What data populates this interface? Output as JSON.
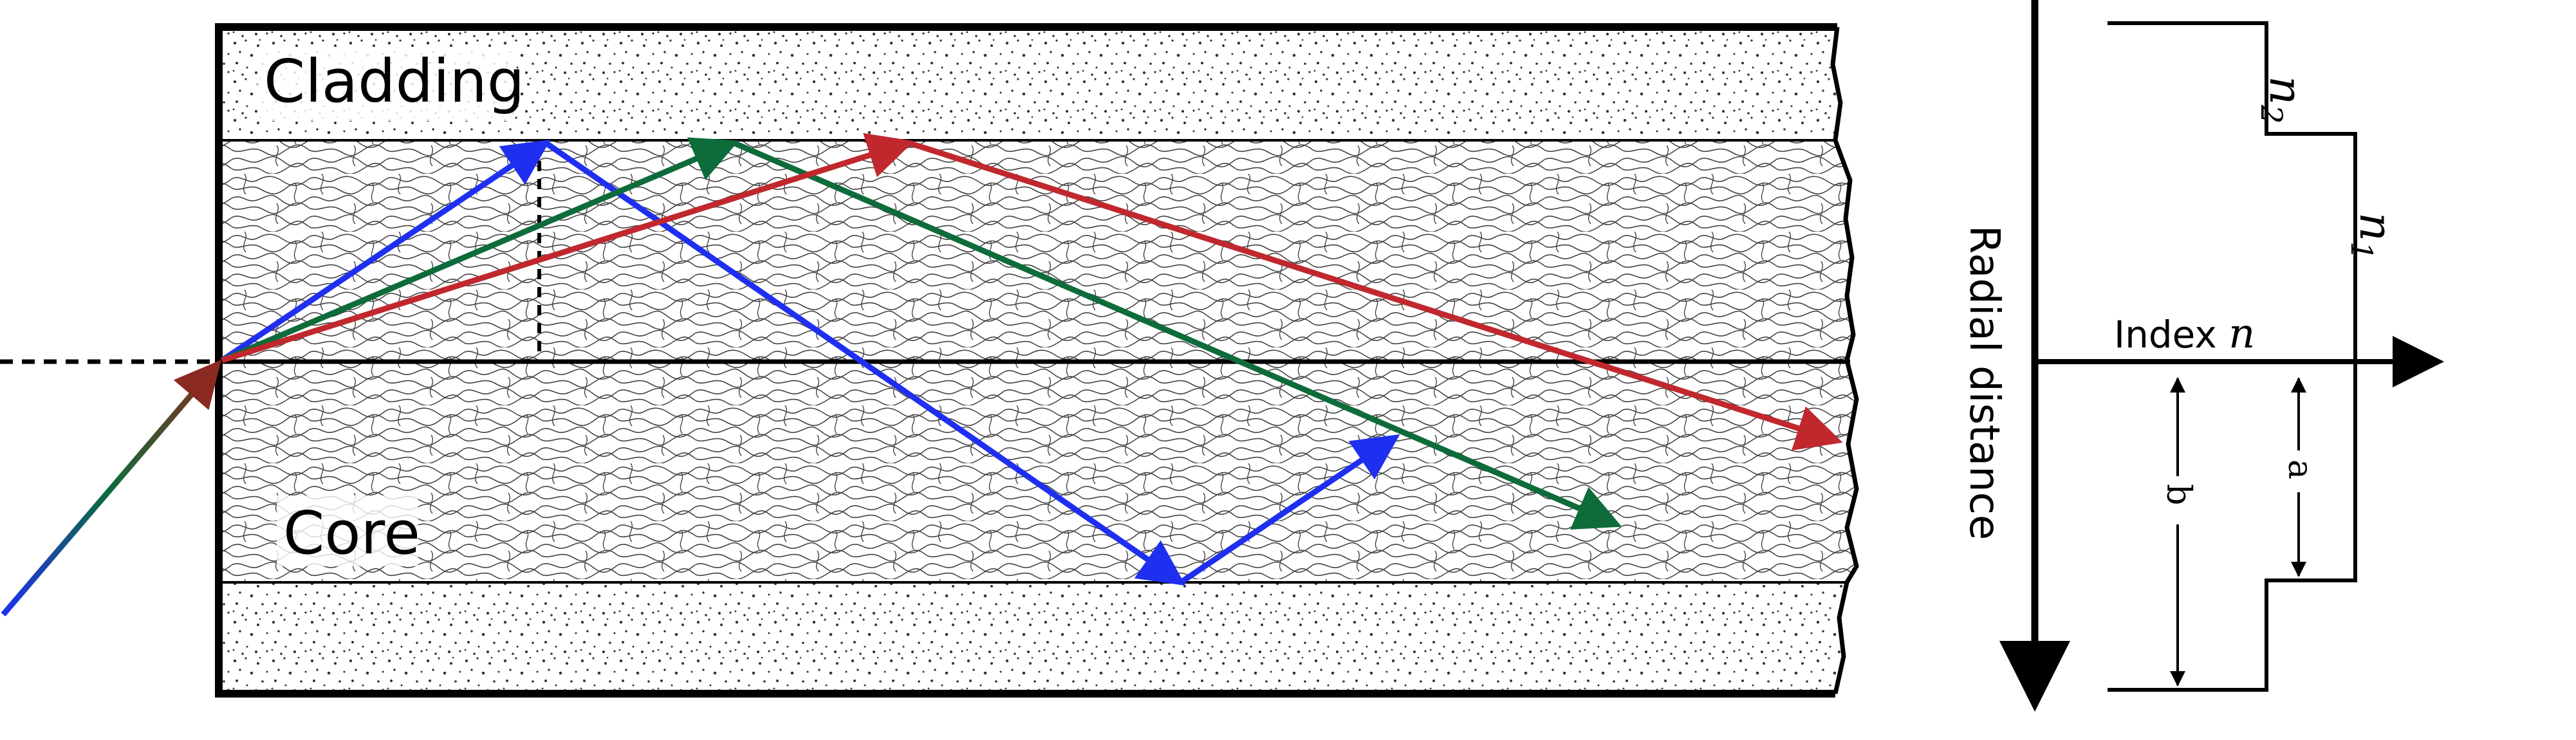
{
  "labels": {
    "cladding": "Cladding",
    "core": "Core",
    "radial_axis": "Radial distance",
    "index_axis_word": "Index",
    "index_axis_symbol": "n",
    "n2": "n",
    "n2_sub": "2",
    "n1": "n",
    "n1_sub": "1",
    "a": "a",
    "b": "b"
  },
  "colors": {
    "outline": "#000000",
    "ray_blue": "#1f2ff0",
    "ray_green": "#0e6b3a",
    "ray_red": "#c0282e",
    "incoming_ray_gradient": [
      "#1f2ff0",
      "#0e6b3a",
      "#8b2a20"
    ],
    "background": "#ffffff"
  }
}
